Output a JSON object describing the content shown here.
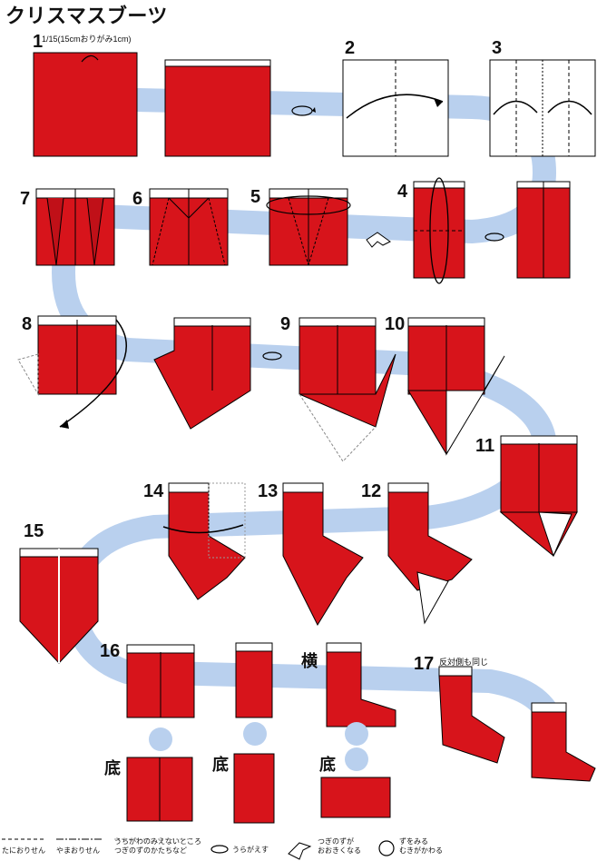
{
  "title": "クリスマスブーツ",
  "steps": {
    "s1": "1",
    "s2": "2",
    "s3": "3",
    "s4": "4",
    "s5": "5",
    "s6": "6",
    "s7": "7",
    "s8": "8",
    "s9": "9",
    "s10": "10",
    "s11": "11",
    "s12": "12",
    "s13": "13",
    "s14": "14",
    "s15": "15",
    "s16": "16",
    "s17": "17"
  },
  "paper_note": "1/15(15cmおりがみ1cm)",
  "side_label": "横",
  "bottom_label": "底",
  "step17_note": "反対側も同じ",
  "legend": {
    "valley": "たにおりせん",
    "mountain": "やまおりせん",
    "hidden": "うちがわのみえないところ\nつぎのずのかたちなど",
    "turn_over": "うらがえす",
    "enlarge": "つぎのずが\nおおきくなる",
    "rotate": "ずをみる\nむきがかわる"
  },
  "colors": {
    "paper_red": "#d7141b",
    "paper_white": "#ffffff",
    "path_blue": "#b9d0ee",
    "circle_blue": "#b9d0ee"
  }
}
